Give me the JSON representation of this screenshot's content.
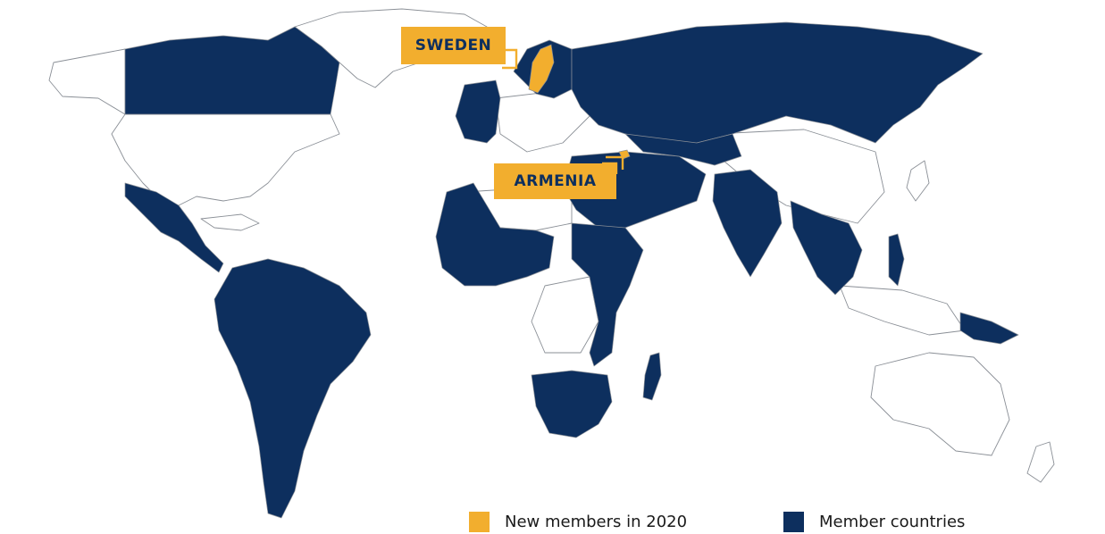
{
  "labels": {
    "sweden": "SWEDEN",
    "armenia": "ARMENIA"
  },
  "legend": {
    "new_members": "New members in 2020",
    "member_countries": "Member countries"
  },
  "colors": {
    "member": "#0d2f5e",
    "new_member": "#f2ae2e",
    "land": "#ffffff",
    "border": "#8a8f96"
  },
  "highlighted_countries": {
    "new_in_2020": [
      "Sweden",
      "Armenia"
    ]
  }
}
